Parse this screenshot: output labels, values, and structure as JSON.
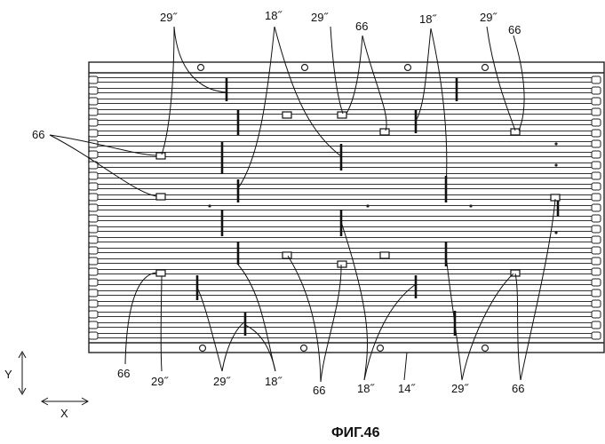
{
  "figure": {
    "caption": "ФИГ.46",
    "axis_y": "Y",
    "axis_x": "X",
    "labels": {
      "l29a": "29˝",
      "l18a": "18˝",
      "l29b": "29˝",
      "l66a": "66",
      "l18b": "18˝",
      "l29c": "29˝",
      "l66b": "66",
      "l66c": "66",
      "l66d": "66",
      "l29d": "29˝",
      "l29e": "29˝",
      "l18c": "18˝",
      "l66e": "66",
      "l18d": "18˝",
      "l14": "14˝",
      "l29f": "29˝",
      "l66f": "66"
    }
  }
}
